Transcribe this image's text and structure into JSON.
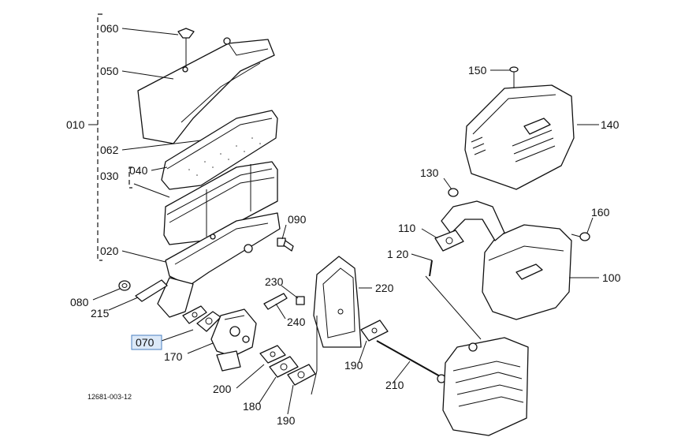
{
  "diagram": {
    "code": "12681-003-12",
    "labels": {
      "p010": "010",
      "p020": "020",
      "p030": "030",
      "p040": "040",
      "p050": "050",
      "p060": "060",
      "p062": "062",
      "p070": "070",
      "p080": "080",
      "p090": "090",
      "p100": "100",
      "p110": "110",
      "p120": "1 20",
      "p130": "130",
      "p140": "140",
      "p150": "150",
      "p160": "160",
      "p170": "170",
      "p180": "180",
      "p190a": "190",
      "p190b": "190",
      "p200": "200",
      "p210": "210",
      "p215": "215",
      "p220": "220",
      "p230": "230",
      "p240": "240"
    },
    "highlighted": "070",
    "colors": {
      "line": "#111111",
      "highlight_fill": "#dce9f8",
      "highlight_border": "#4a7fc1"
    }
  }
}
